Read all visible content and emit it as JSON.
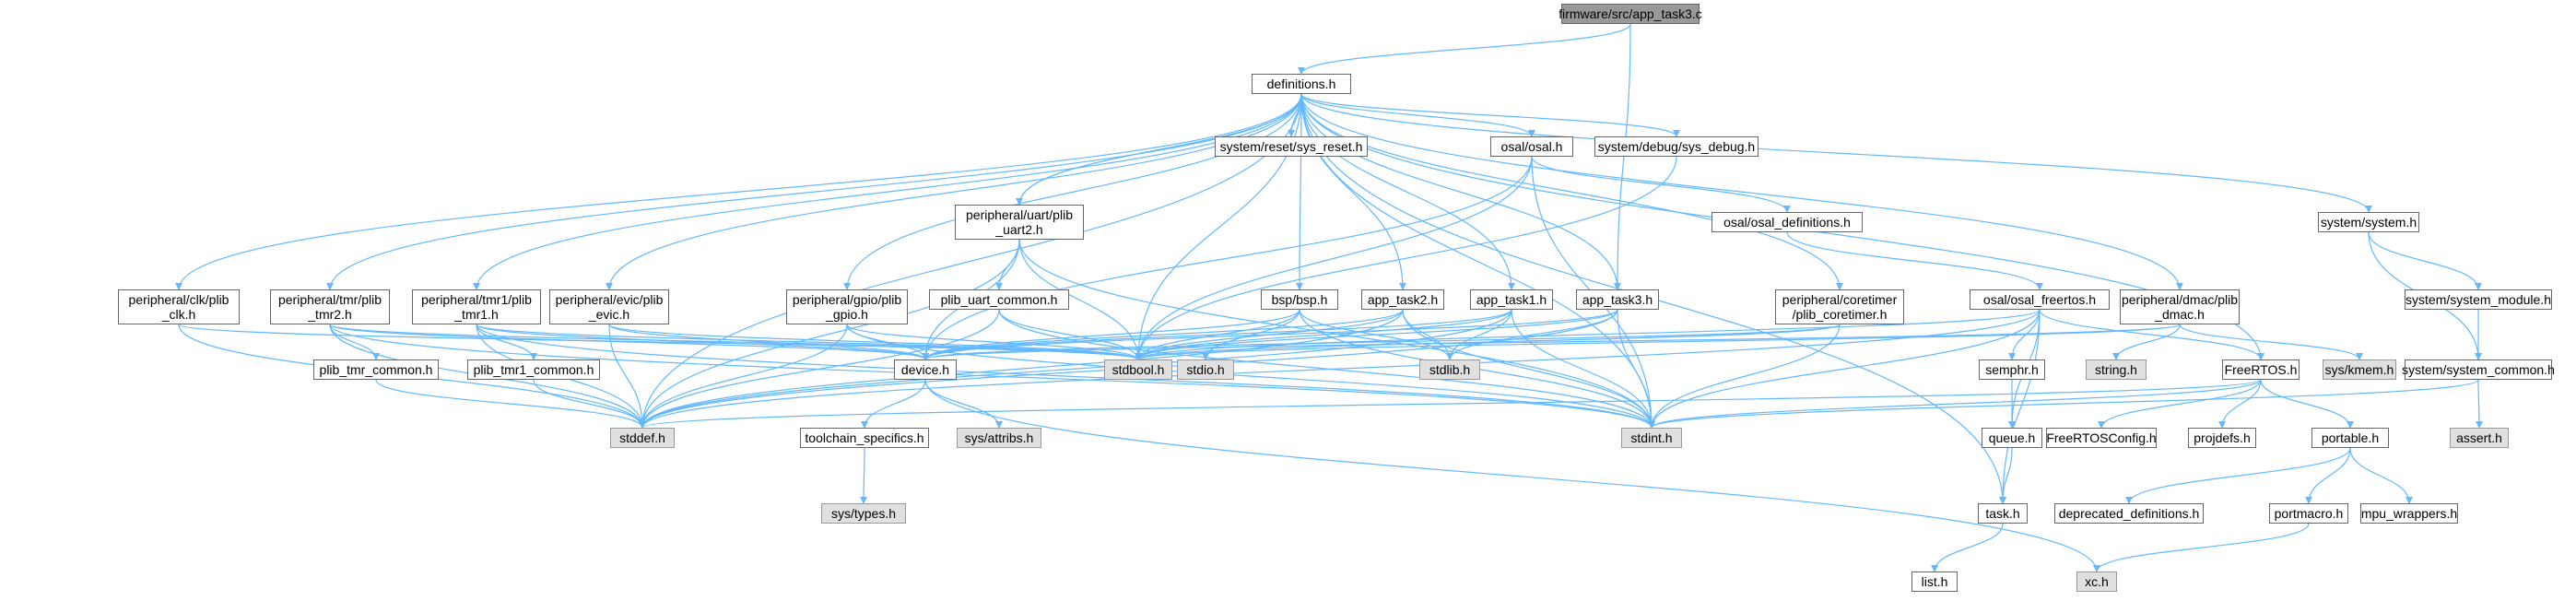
{
  "graph": {
    "edge_color": "#63b8ff",
    "nodes": [
      {
        "id": "root",
        "label": "firmware/src/app_task3.c",
        "kind": "root"
      },
      {
        "id": "definitions",
        "label": "definitions.h",
        "kind": "local"
      },
      {
        "id": "sys_reset",
        "label": "system/reset/sys_reset.h",
        "kind": "local"
      },
      {
        "id": "osal",
        "label": "osal/osal.h",
        "kind": "local"
      },
      {
        "id": "sys_debug",
        "label": "system/debug/sys_debug.h",
        "kind": "local"
      },
      {
        "id": "osal_defs",
        "label": "osal/osal_definitions.h",
        "kind": "local"
      },
      {
        "id": "system_h",
        "label": "system/system.h",
        "kind": "local"
      },
      {
        "id": "uart2",
        "label": "peripheral/uart/plib\n_uart2.h",
        "kind": "local"
      },
      {
        "id": "clk",
        "label": "peripheral/clk/plib\n_clk.h",
        "kind": "local"
      },
      {
        "id": "tmr2",
        "label": "peripheral/tmr/plib\n_tmr2.h",
        "kind": "local"
      },
      {
        "id": "tmr1",
        "label": "peripheral/tmr1/plib\n_tmr1.h",
        "kind": "local"
      },
      {
        "id": "evic",
        "label": "peripheral/evic/plib\n_evic.h",
        "kind": "local"
      },
      {
        "id": "gpio",
        "label": "peripheral/gpio/plib\n_gpio.h",
        "kind": "local"
      },
      {
        "id": "uart_common",
        "label": "plib_uart_common.h",
        "kind": "local"
      },
      {
        "id": "bsp",
        "label": "bsp/bsp.h",
        "kind": "local"
      },
      {
        "id": "app_task2",
        "label": "app_task2.h",
        "kind": "local"
      },
      {
        "id": "app_task1",
        "label": "app_task1.h",
        "kind": "local"
      },
      {
        "id": "app_task3",
        "label": "app_task3.h",
        "kind": "local"
      },
      {
        "id": "coretimer",
        "label": "peripheral/coretimer\n/plib_coretimer.h",
        "kind": "local"
      },
      {
        "id": "osal_freertos",
        "label": "osal/osal_freertos.h",
        "kind": "local"
      },
      {
        "id": "dmac",
        "label": "peripheral/dmac/plib\n_dmac.h",
        "kind": "local"
      },
      {
        "id": "system_module",
        "label": "system/system_module.h",
        "kind": "local"
      },
      {
        "id": "system_common",
        "label": "system/system_common.h",
        "kind": "local"
      },
      {
        "id": "tmr_common",
        "label": "plib_tmr_common.h",
        "kind": "local"
      },
      {
        "id": "tmr1_common",
        "label": "plib_tmr1_common.h",
        "kind": "local"
      },
      {
        "id": "stdbool",
        "label": "stdbool.h",
        "kind": "system"
      },
      {
        "id": "stdio",
        "label": "stdio.h",
        "kind": "system"
      },
      {
        "id": "device",
        "label": "device.h",
        "kind": "local"
      },
      {
        "id": "stdlib",
        "label": "stdlib.h",
        "kind": "system"
      },
      {
        "id": "semphr",
        "label": "semphr.h",
        "kind": "local"
      },
      {
        "id": "string",
        "label": "string.h",
        "kind": "system"
      },
      {
        "id": "freertos",
        "label": "FreeRTOS.h",
        "kind": "local"
      },
      {
        "id": "kmem",
        "label": "sys/kmem.h",
        "kind": "system"
      },
      {
        "id": "stddef",
        "label": "stddef.h",
        "kind": "system"
      },
      {
        "id": "toolchain",
        "label": "toolchain_specifics.h",
        "kind": "local"
      },
      {
        "id": "attribs",
        "label": "sys/attribs.h",
        "kind": "system"
      },
      {
        "id": "stdint",
        "label": "stdint.h",
        "kind": "system"
      },
      {
        "id": "queue",
        "label": "queue.h",
        "kind": "local"
      },
      {
        "id": "freertos_config",
        "label": "FreeRTOSConfig.h",
        "kind": "local"
      },
      {
        "id": "projdefs",
        "label": "projdefs.h",
        "kind": "local"
      },
      {
        "id": "portable",
        "label": "portable.h",
        "kind": "local"
      },
      {
        "id": "assert",
        "label": "assert.h",
        "kind": "system"
      },
      {
        "id": "sys_types",
        "label": "sys/types.h",
        "kind": "system"
      },
      {
        "id": "task",
        "label": "task.h",
        "kind": "local"
      },
      {
        "id": "deprecated",
        "label": "deprecated_definitions.h",
        "kind": "local"
      },
      {
        "id": "portmacro",
        "label": "portmacro.h",
        "kind": "local"
      },
      {
        "id": "mpu_wrappers",
        "label": "mpu_wrappers.h",
        "kind": "local"
      },
      {
        "id": "list",
        "label": "list.h",
        "kind": "local"
      },
      {
        "id": "xc",
        "label": "xc.h",
        "kind": "system"
      }
    ],
    "edges": [
      [
        "root",
        "definitions"
      ],
      [
        "root",
        "app_task3"
      ],
      [
        "definitions",
        "sys_reset"
      ],
      [
        "definitions",
        "osal"
      ],
      [
        "definitions",
        "sys_debug"
      ],
      [
        "definitions",
        "uart2"
      ],
      [
        "definitions",
        "clk"
      ],
      [
        "definitions",
        "tmr2"
      ],
      [
        "definitions",
        "tmr1"
      ],
      [
        "definitions",
        "evic"
      ],
      [
        "definitions",
        "gpio"
      ],
      [
        "definitions",
        "bsp"
      ],
      [
        "definitions",
        "app_task2"
      ],
      [
        "definitions",
        "app_task1"
      ],
      [
        "definitions",
        "app_task3"
      ],
      [
        "definitions",
        "coretimer"
      ],
      [
        "definitions",
        "dmac"
      ],
      [
        "definitions",
        "freertos"
      ],
      [
        "definitions",
        "stddef"
      ],
      [
        "definitions",
        "stdbool"
      ],
      [
        "definitions",
        "stdint"
      ],
      [
        "definitions",
        "task"
      ],
      [
        "definitions",
        "system_h"
      ],
      [
        "osal",
        "osal_defs"
      ],
      [
        "osal",
        "stdbool"
      ],
      [
        "osal",
        "stdint"
      ],
      [
        "osal",
        "device"
      ],
      [
        "osal_defs",
        "osal_freertos"
      ],
      [
        "sys_debug",
        "stdbool"
      ],
      [
        "system_h",
        "system_module"
      ],
      [
        "system_h",
        "system_common"
      ],
      [
        "system_module",
        "system_common"
      ],
      [
        "system_common",
        "stdint"
      ],
      [
        "system_common",
        "assert"
      ],
      [
        "uart2",
        "uart_common"
      ],
      [
        "uart2",
        "device"
      ],
      [
        "uart2",
        "stdbool"
      ],
      [
        "uart2",
        "stddef"
      ],
      [
        "uart2",
        "stdint"
      ],
      [
        "uart_common",
        "stdbool"
      ],
      [
        "uart_common",
        "stddef"
      ],
      [
        "uart_common",
        "stdint"
      ],
      [
        "clk",
        "stddef"
      ],
      [
        "clk",
        "stdbool"
      ],
      [
        "tmr2",
        "tmr_common"
      ],
      [
        "tmr2",
        "device"
      ],
      [
        "tmr2",
        "stddef"
      ],
      [
        "tmr2",
        "stdbool"
      ],
      [
        "tmr2",
        "stdint"
      ],
      [
        "tmr_common",
        "stddef"
      ],
      [
        "tmr1",
        "tmr1_common"
      ],
      [
        "tmr1",
        "device"
      ],
      [
        "tmr1",
        "stddef"
      ],
      [
        "tmr1",
        "stdbool"
      ],
      [
        "tmr1",
        "stdint"
      ],
      [
        "tmr1_common",
        "stddef"
      ],
      [
        "evic",
        "device"
      ],
      [
        "evic",
        "stddef"
      ],
      [
        "evic",
        "stdbool"
      ],
      [
        "gpio",
        "device"
      ],
      [
        "gpio",
        "stdbool"
      ],
      [
        "gpio",
        "stddef"
      ],
      [
        "gpio",
        "stdint"
      ],
      [
        "bsp",
        "device"
      ],
      [
        "bsp",
        "stdbool"
      ],
      [
        "bsp",
        "stdio"
      ],
      [
        "bsp",
        "stdlib"
      ],
      [
        "bsp",
        "stdint"
      ],
      [
        "app_task2",
        "stdint"
      ],
      [
        "app_task2",
        "stdbool"
      ],
      [
        "app_task2",
        "stddef"
      ],
      [
        "app_task2",
        "stdlib"
      ],
      [
        "app_task2",
        "device"
      ],
      [
        "app_task1",
        "stdint"
      ],
      [
        "app_task1",
        "stdbool"
      ],
      [
        "app_task1",
        "stddef"
      ],
      [
        "app_task1",
        "stdlib"
      ],
      [
        "app_task1",
        "device"
      ],
      [
        "app_task3",
        "stdint"
      ],
      [
        "app_task3",
        "stdbool"
      ],
      [
        "app_task3",
        "stddef"
      ],
      [
        "app_task3",
        "stdlib"
      ],
      [
        "app_task3",
        "device"
      ],
      [
        "coretimer",
        "stdbool"
      ],
      [
        "coretimer",
        "stdint"
      ],
      [
        "coretimer",
        "device"
      ],
      [
        "osal_freertos",
        "freertos"
      ],
      [
        "osal_freertos",
        "semphr"
      ],
      [
        "osal_freertos",
        "queue"
      ],
      [
        "osal_freertos",
        "task"
      ],
      [
        "osal_freertos",
        "stdbool"
      ],
      [
        "osal_freertos",
        "stdint"
      ],
      [
        "osal_freertos",
        "stddef"
      ],
      [
        "dmac",
        "device"
      ],
      [
        "dmac",
        "string"
      ],
      [
        "dmac",
        "kmem"
      ],
      [
        "dmac",
        "stdbool"
      ],
      [
        "device",
        "toolchain"
      ],
      [
        "device",
        "attribs"
      ],
      [
        "device",
        "xc"
      ],
      [
        "toolchain",
        "sys_types"
      ],
      [
        "semphr",
        "queue"
      ],
      [
        "queue",
        "task"
      ],
      [
        "freertos",
        "stddef"
      ],
      [
        "freertos",
        "stdint"
      ],
      [
        "freertos",
        "freertos_config"
      ],
      [
        "freertos",
        "projdefs"
      ],
      [
        "freertos",
        "portable"
      ],
      [
        "portable",
        "deprecated"
      ],
      [
        "portable",
        "portmacro"
      ],
      [
        "portable",
        "mpu_wrappers"
      ],
      [
        "portmacro",
        "xc"
      ],
      [
        "task",
        "list"
      ]
    ]
  }
}
